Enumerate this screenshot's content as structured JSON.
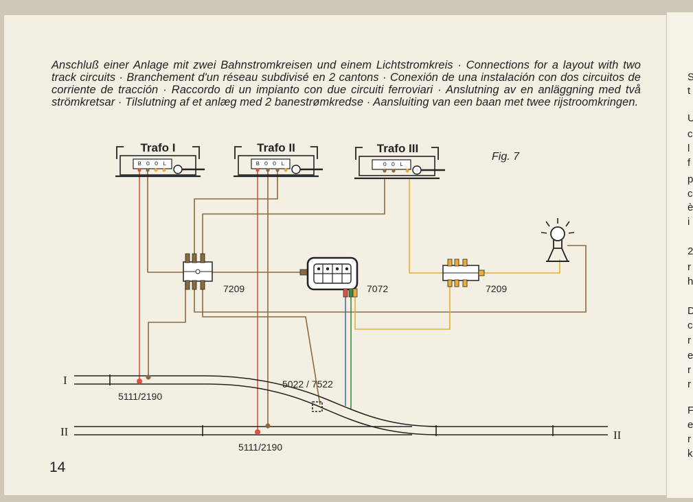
{
  "caption": "Anschluß einer Anlage mit zwei Bahnstromkreisen und einem Lichtstromkreis · Connections for a layout with two track circuits · Branchement d'un réseau subdivisé en 2 cantons · Conexión de una instalación con dos circuitos de corriente de tracción · Raccordo di un impianto con due circuiti ferroviari · Anslutning av en anläggning med två strömkretsar · Tilslutning af et anlæg med 2 banestrømkredse · Aansluiting van een baan met twee rijstroomkringen.",
  "figure_label": "Fig. 7",
  "page_number": "14",
  "transformers": [
    {
      "label": "Trafo I",
      "terminals": "B O O L"
    },
    {
      "label": "Trafo II",
      "terminals": "B O O L"
    },
    {
      "label": "Trafo III",
      "terminals": "O O L"
    }
  ],
  "components": {
    "distributor_left": "7209",
    "switch_box": "7072",
    "distributor_right": "7209"
  },
  "track_labels": {
    "track_1_left": "I",
    "track_2_left": "II",
    "track_2_right": "II",
    "connector_top": "5111/2190",
    "connector_bottom": "5111/2190",
    "turnout": "5022 / 7522"
  },
  "colors": {
    "red_wire": "#d9553f",
    "brown_wire": "#8a6a3e",
    "yellow_wire": "#e9ad3b",
    "blue_wire": "#4f6f98",
    "green_wire": "#3d8a4a",
    "ink": "#232323",
    "paper": "#f3efe3"
  },
  "next_page_edge_letters": [
    "S",
    "t",
    "U",
    "c",
    "l",
    "f",
    "p",
    "c",
    "è",
    "i",
    "2",
    "r",
    "h",
    "D",
    "c",
    "r",
    "e",
    "r",
    "r",
    "F",
    "e",
    "r",
    "k"
  ]
}
